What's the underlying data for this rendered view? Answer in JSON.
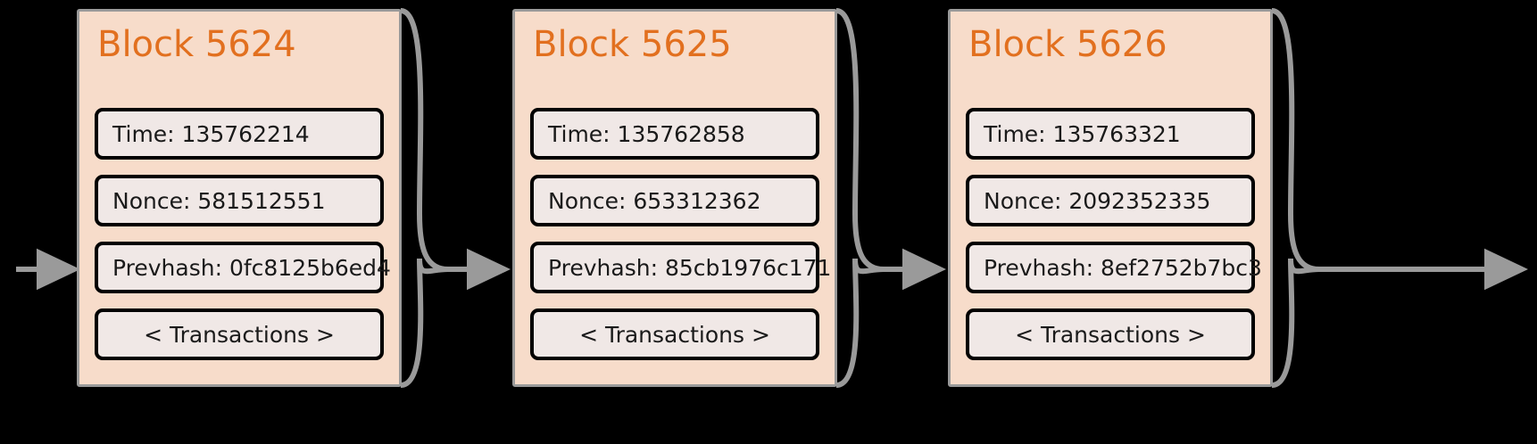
{
  "diagram": {
    "type": "blockchain-chain",
    "background_color": "#000000",
    "block_fill_color": "#f7dcca",
    "block_border_color": "#9a9a9a",
    "title_color": "#e2701f",
    "field_fill_color": "#f0e8e6",
    "field_border_color": "#000000",
    "connector_color": "#9a9a9a",
    "labels": {
      "time_prefix": "Time:",
      "nonce_prefix": "Nonce:",
      "prevhash_prefix": "Prevhash:"
    }
  },
  "blocks": [
    {
      "title": "Block 5624",
      "number": 5624,
      "time": "Time: 135762214",
      "nonce": "Nonce: 581512551",
      "prevhash": "Prevhash: 0fc8125b6ed4",
      "transactions": "< Transactions >",
      "time_value": "135762214",
      "nonce_value": "581512551",
      "prevhash_value": "0fc8125b6ed4"
    },
    {
      "title": "Block 5625",
      "number": 5625,
      "time": "Time: 135762858",
      "nonce": "Nonce: 653312362",
      "prevhash": "Prevhash: 85cb1976c171",
      "transactions": "< Transactions >",
      "time_value": "135762858",
      "nonce_value": "653312362",
      "prevhash_value": "85cb1976c171"
    },
    {
      "title": "Block 5626",
      "number": 5626,
      "time": "Time: 135763321",
      "nonce": "Nonce: 2092352335",
      "prevhash": "Prevhash: 8ef2752b7bc3",
      "transactions": "< Transactions >",
      "time_value": "135763321",
      "nonce_value": "2092352335",
      "prevhash_value": "8ef2752b7bc3"
    }
  ],
  "connectors": [
    {
      "name": "incoming-arrow",
      "from": "left-edge",
      "to": "block-5624"
    },
    {
      "name": "link-5624-5625",
      "from": "block-5624",
      "to": "block-5625"
    },
    {
      "name": "link-5625-5626",
      "from": "block-5625",
      "to": "block-5626"
    },
    {
      "name": "outgoing-arrow",
      "from": "block-5626",
      "to": "right-edge"
    }
  ]
}
